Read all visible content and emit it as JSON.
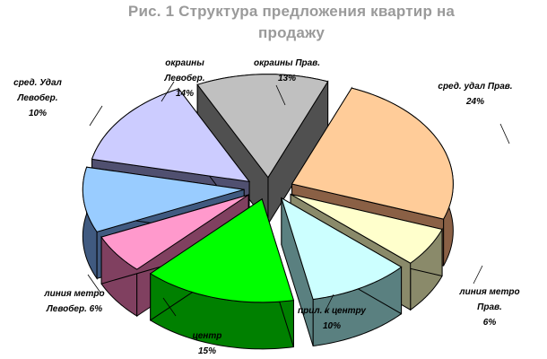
{
  "chart_data": {
    "type": "pie",
    "title_line1": "Рис. 1 Структура предложения квартир на",
    "title_line2": "продажу",
    "slices": [
      {
        "label_lines": [
          "окраины Прав."
        ],
        "value_label": "13%",
        "value": 13,
        "color": "#c0c0c0",
        "side": "#505050"
      },
      {
        "label_lines": [
          "сред. удал Прав."
        ],
        "value_label": "24%",
        "value": 24,
        "color": "#ffcc99",
        "side": "#8a6045"
      },
      {
        "label_lines": [
          "линия метро",
          "Прав."
        ],
        "value_label": "6%",
        "value": 6,
        "color": "#ffffcc",
        "side": "#8a8a6a"
      },
      {
        "label_lines": [
          "прил. к центру"
        ],
        "value_label": "10%",
        "value": 10,
        "color": "#ccffff",
        "side": "#5a8080"
      },
      {
        "label_lines": [
          "центр"
        ],
        "value_label": "15%",
        "value": 15,
        "color": "#00ff00",
        "side": "#008000"
      },
      {
        "label_lines": [
          "линия метро",
          "Левобер. 6%"
        ],
        "value_label": "",
        "value": 6,
        "color": "#ff99cc",
        "side": "#804060"
      },
      {
        "label_lines": [
          "сред. Удал",
          "Левобер."
        ],
        "value_label": "10%",
        "value": 10,
        "color": "#99ccff",
        "side": "#405a80"
      },
      {
        "label_lines": [
          "окраины",
          "Левобер."
        ],
        "value_label": "14%",
        "value": 14,
        "color": "#ccccff",
        "side": "#505070"
      }
    ]
  }
}
